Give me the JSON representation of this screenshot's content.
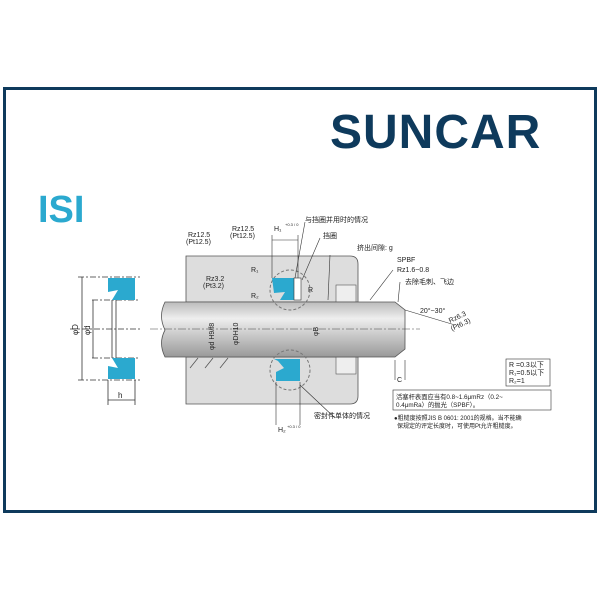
{
  "brand": {
    "logo_text": "SUNCAR",
    "primary_color": "#0e3a5c",
    "accent_color": "#2ba9cf"
  },
  "product": {
    "code": "ISI"
  },
  "labels": {
    "with_backup_ring": "与挡圈并用时的情况",
    "backup_ring": "挡圈",
    "extrusion_gap": "挤出间隙: g",
    "spbf": "SPBF",
    "rz_16_08": "Rz1.6~0.8",
    "deburr": "去除毛刺、飞边",
    "angle": "20°~30°",
    "rz63": "Rz6.3",
    "pt63": "(Pt6.3)",
    "rz125_a": "Rz12.5",
    "pt125_a": "(Pt12.5)",
    "rz125_b": "Rz12.5",
    "pt125_b": "(Pt12.5)",
    "rz32": "Rz3.2",
    "pt32": "(Pt3.2)",
    "h1": "H₁",
    "h1_tol": "+0.3 / 0",
    "h2": "H₂",
    "h2_tol": "+0.3 / 0",
    "r1": "R₁",
    "r2": "R₂",
    "r": "R",
    "phi_D": "φD",
    "phi_d": "φd",
    "h": "h",
    "phi_d_h9f8": "φd H9/f8",
    "phi_DH10": "φDH10",
    "phi_B": "φB",
    "c": "C",
    "seal_only": "密封件单体的情况"
  },
  "radius_table": [
    "R =0.3以下",
    "R₁=0.5以下",
    "R₂=1"
  ],
  "notes": {
    "surface_line1": "活塞杆表面应当有0.8~1.6μmRz（0.2~",
    "surface_line2": "0.4μmRa）的抛光（SPBF）。",
    "roughness_line1": "●粗糙度按照JIS B 0601: 2001的规格。当不能确",
    "roughness_line2": "保规定的评定长度时，可使用Pt允许粗糙度。"
  }
}
